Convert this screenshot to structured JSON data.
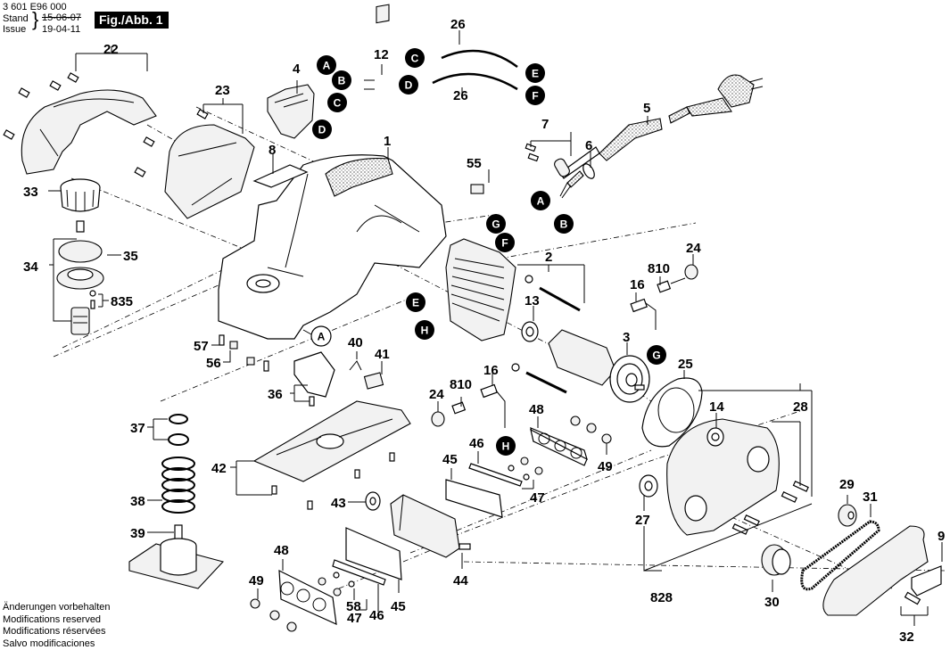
{
  "header": {
    "doc_number": "3 601 E96 000",
    "stand_label": "Stand",
    "issue_label": "Issue",
    "stand_date_struck": "15-06-07",
    "issue_date": "19-04-11",
    "figure_label": "Fig./Abb. 1"
  },
  "footer": {
    "lines": [
      "Änderungen vorbehalten",
      "Modifications reserved",
      "Modifications réservées",
      "Salvo modificaciones"
    ]
  },
  "callouts": {
    "c1": "1",
    "c2": "2",
    "c3": "3",
    "c4": "4",
    "c5": "5",
    "c6": "6",
    "c7": "7",
    "c8": "8",
    "c9": "9",
    "c12": "12",
    "c13": "13",
    "c14": "14",
    "c16a": "16",
    "c16b": "16",
    "c22": "22",
    "c23": "23",
    "c24a": "24",
    "c24b": "24",
    "c25": "25",
    "c26a": "26",
    "c26b": "26",
    "c27": "27",
    "c28": "28",
    "c29": "29",
    "c30": "30",
    "c31": "31",
    "c32": "32",
    "c33": "33",
    "c34": "34",
    "c35": "35",
    "c36": "36",
    "c37": "37",
    "c38": "38",
    "c39": "39",
    "c40": "40",
    "c41": "41",
    "c42": "42",
    "c43": "43",
    "c44": "44",
    "c45a": "45",
    "c45b": "45",
    "c46a": "46",
    "c46b": "46",
    "c47a": "47",
    "c47b": "47",
    "c48a": "48",
    "c48b": "48",
    "c49a": "49",
    "c49b": "49",
    "c55": "55",
    "c56": "56",
    "c57": "57",
    "c58": "58",
    "c810a": "810",
    "c810b": "810",
    "c828": "828",
    "c835": "835"
  },
  "connectors": {
    "A1": "A",
    "B1": "B",
    "C1": "C",
    "D1": "D",
    "C2": "C",
    "D2": "D",
    "E1": "E",
    "F1": "F",
    "A2": "A",
    "B2": "B",
    "G1": "G",
    "F2": "F",
    "E2": "E",
    "H1": "H",
    "G2": "G",
    "H2": "H",
    "A3": "A"
  }
}
